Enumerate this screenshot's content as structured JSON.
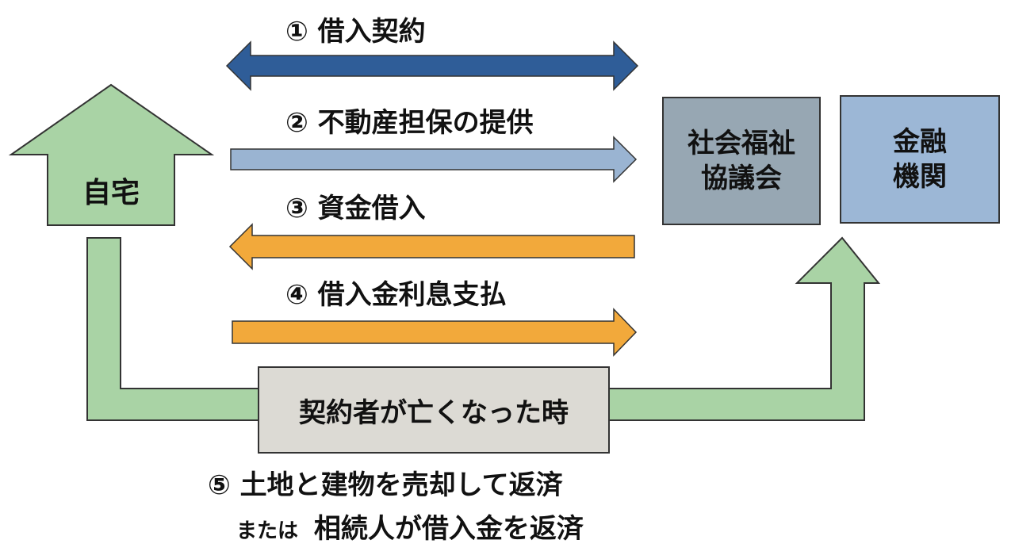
{
  "home": {
    "label": "自宅",
    "color": "#a9d3a5"
  },
  "council": {
    "label_line1": "社会福祉",
    "label_line2": "協議会",
    "color": "#97a7b3"
  },
  "bank": {
    "label_line1": "金融",
    "label_line2": "機関",
    "color": "#9cb7d6"
  },
  "condition": {
    "label": "契約者が亡くなった時",
    "color": "#dcdad4"
  },
  "steps": [
    {
      "label": "① 借入契約",
      "color": "#2f5d98",
      "direction": "both"
    },
    {
      "label": "② 不動産担保の提供",
      "color": "#9ab4d2",
      "direction": "right"
    },
    {
      "label": "③ 資金借入",
      "color": "#f2a93b",
      "direction": "left"
    },
    {
      "label": "④ 借入金利息支払",
      "color": "#f2a93b",
      "direction": "right"
    }
  ],
  "repayment": {
    "line1": "⑤ 土地と建物を売却して返済",
    "line2_prefix": "または",
    "line2_main": "相続人が借入金を返済"
  },
  "flow_color": "#a9d3a5"
}
